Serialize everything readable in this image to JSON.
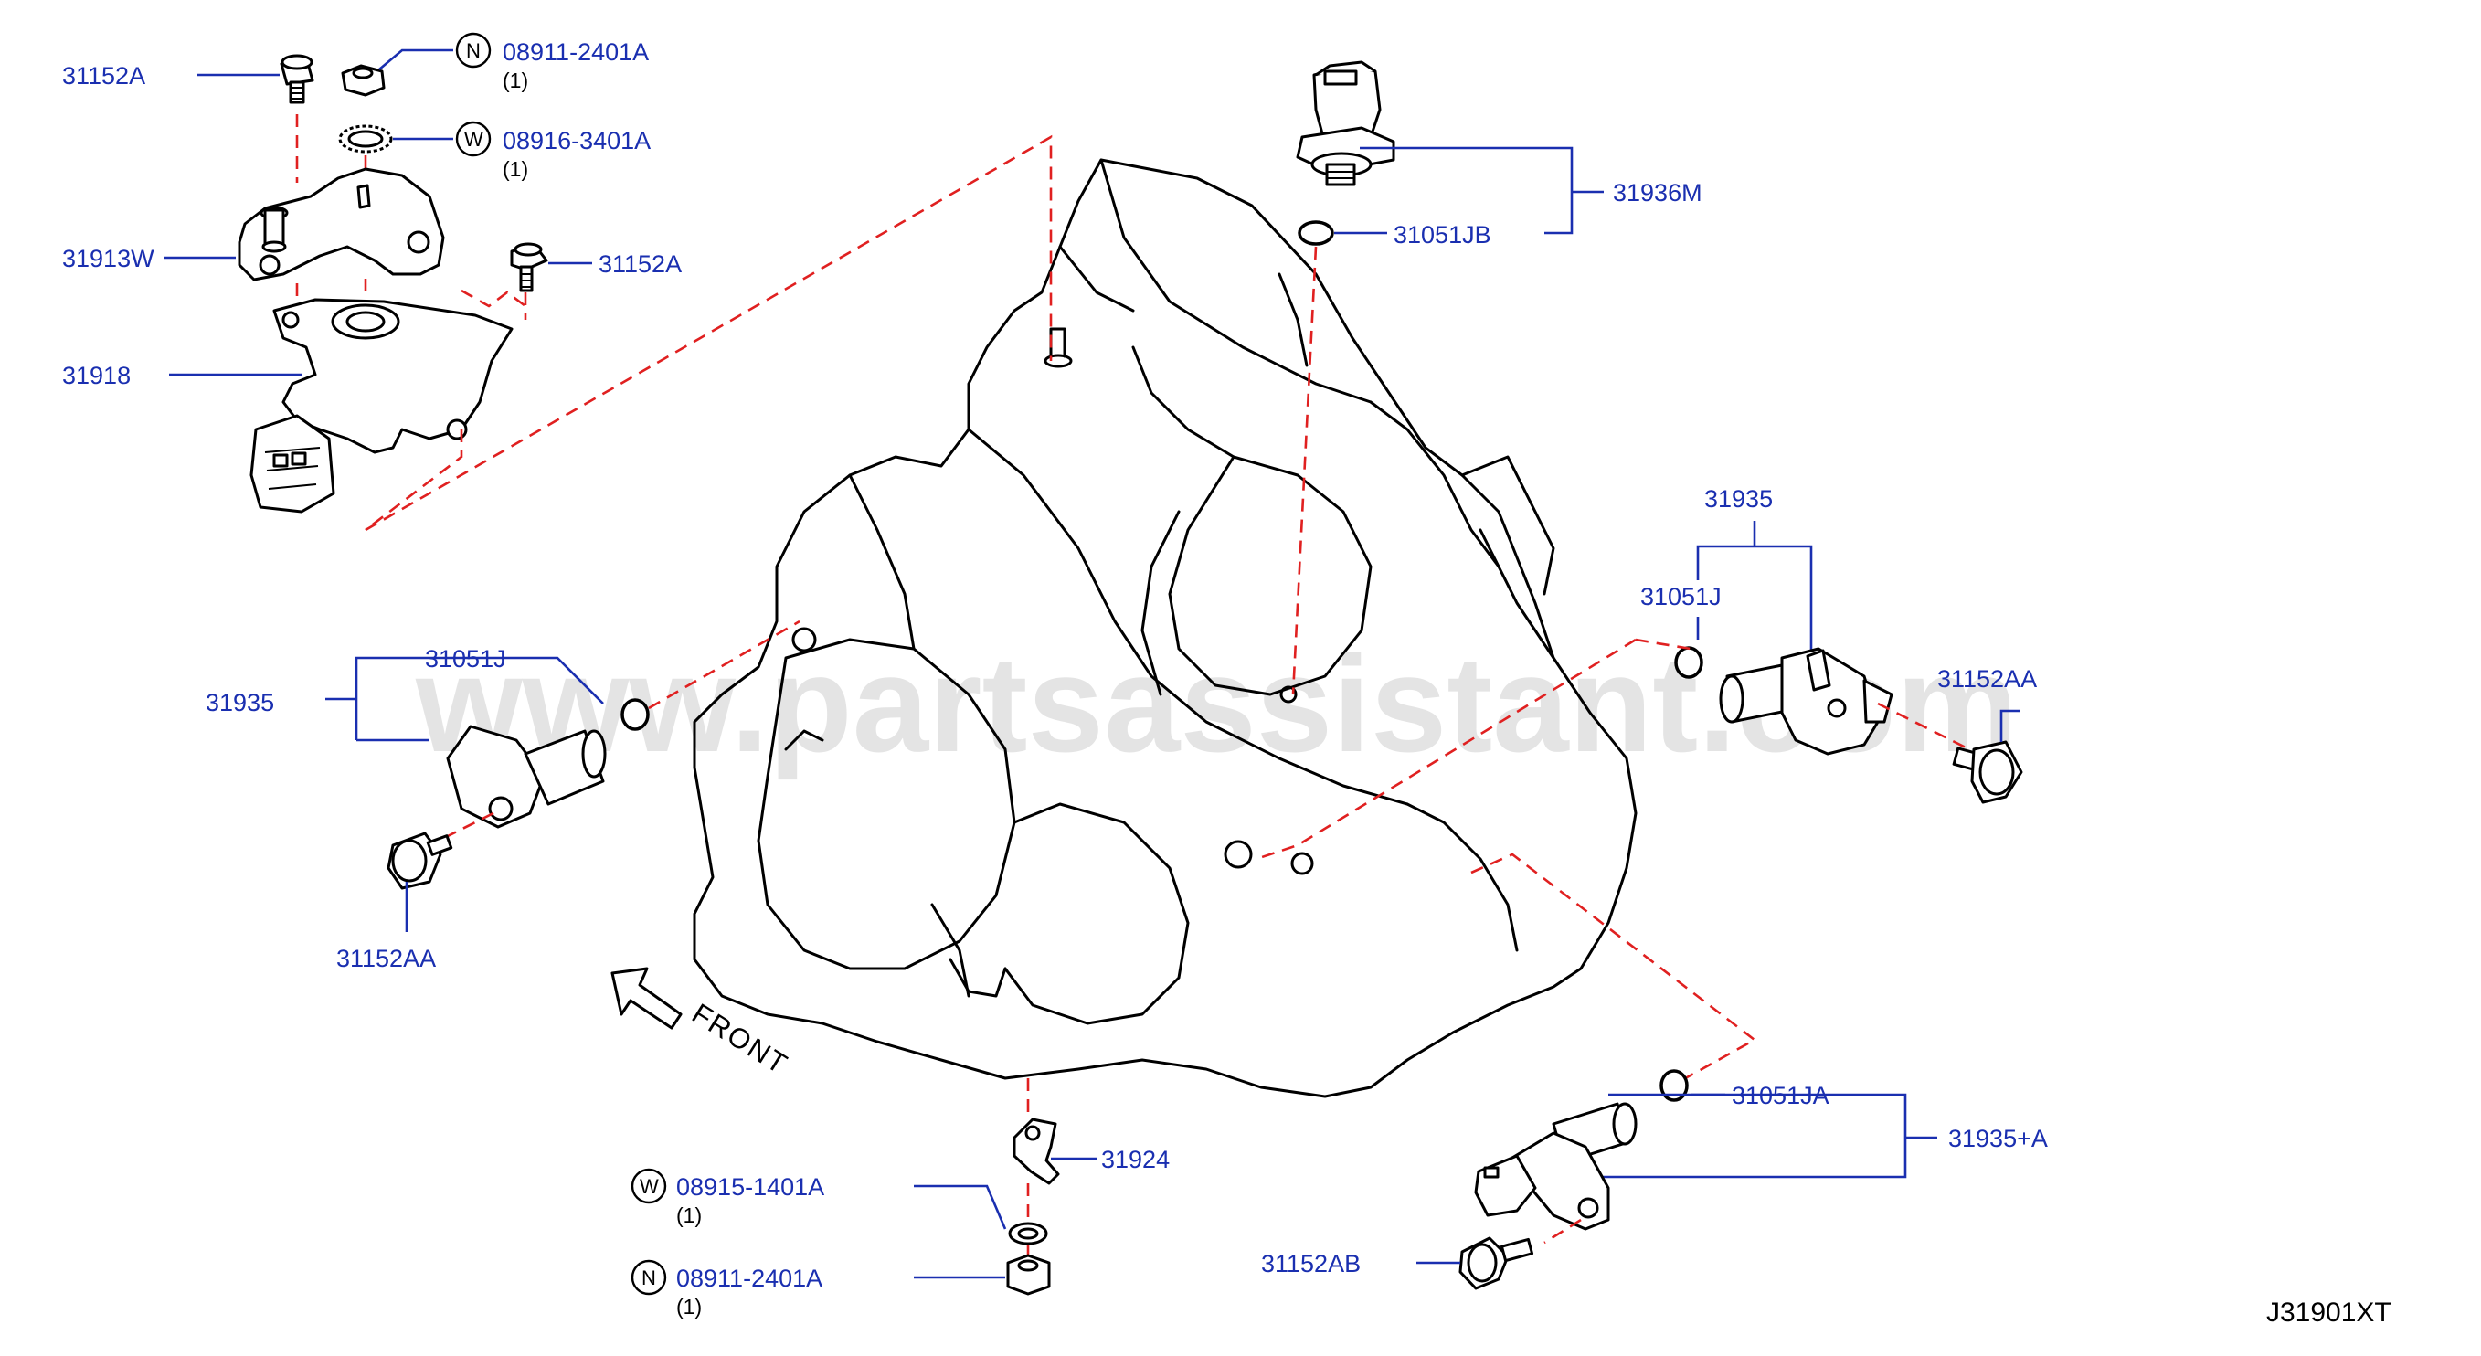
{
  "watermark": "www.partsassistant.com",
  "diagram_code": "J31901XT",
  "front_label": "FRONT",
  "labels": {
    "p_31152A_top": "31152A",
    "p_08911_top": "08911-2401A",
    "p_08911_top_qty": "(1)",
    "p_08911_top_badge": "N",
    "p_08916": "08916-3401A",
    "p_08916_qty": "(1)",
    "p_08916_badge": "W",
    "p_31913W": "31913W",
    "p_31152A_mid": "31152A",
    "p_31918": "31918",
    "p_31936M": "31936M",
    "p_31051JB": "31051JB",
    "p_31935_right": "31935",
    "p_31051J_right": "31051J",
    "p_31152AA_right": "31152AA",
    "p_31935_left": "31935",
    "p_31051J_left": "31051J",
    "p_31152AA_left": "31152AA",
    "p_31924": "31924",
    "p_08915": "08915-1401A",
    "p_08915_qty": "(1)",
    "p_08915_badge": "W",
    "p_08911_bot": "08911-2401A",
    "p_08911_bot_qty": "(1)",
    "p_08911_bot_badge": "N",
    "p_31051JA": "31051JA",
    "p_31935A": "31935+A",
    "p_31152AB": "31152AB"
  }
}
